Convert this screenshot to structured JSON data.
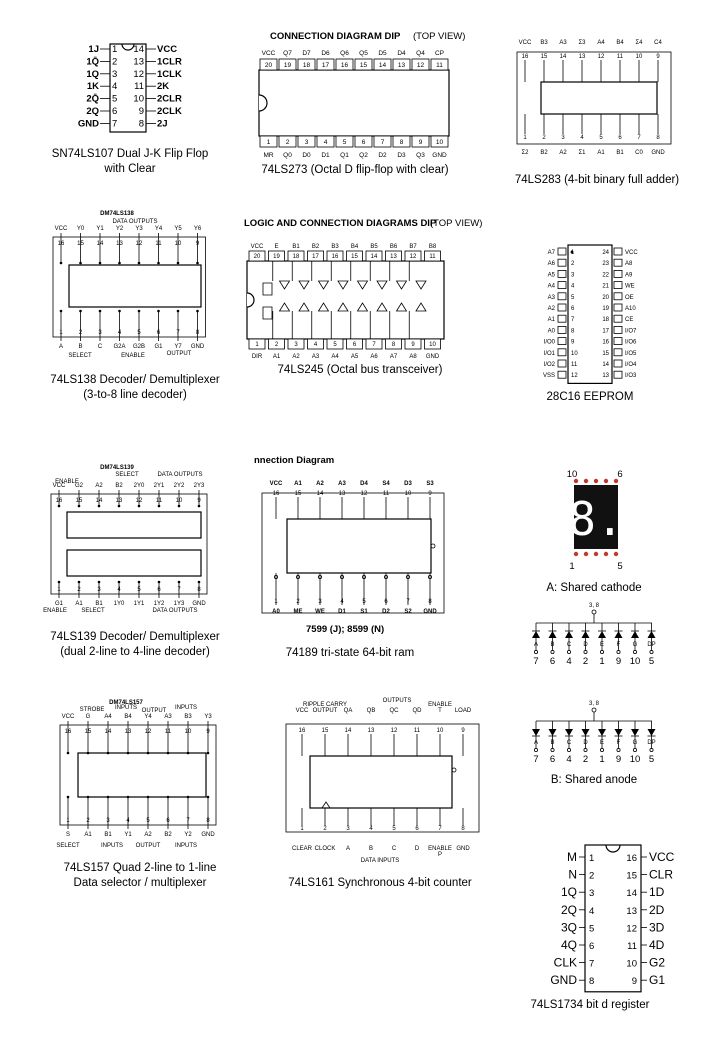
{
  "captions": {
    "c1": [
      "SN74LS107 Dual J-K Flip Flop",
      "with Clear"
    ],
    "c2": [
      "74LS273 (Octal D flip-flop with clear)"
    ],
    "c3": [
      "74LS283 (4-bit binary full adder)"
    ],
    "c4": [
      "74LS138 Decoder/ Demultiplexer",
      "(3-to-8 line decoder)"
    ],
    "c5": [
      "74LS245 (Octal bus transceiver)"
    ],
    "c6": [
      "28C16 EEPROM"
    ],
    "c7": [
      "74LS139 Decoder/ Demultiplexer",
      "(dual 2-line to 4-line decoder)"
    ],
    "c8": [
      "74189 tri-state 64-bit ram"
    ],
    "c9a": [
      "A: Shared cathode"
    ],
    "c9b": [
      "B: Shared anode"
    ],
    "c10": [
      "74LS157 Quad 2-line to 1-line",
      "Data selector / multiplexer"
    ],
    "c11": [
      "74LS161 Synchronous 4-bit counter"
    ],
    "c12": [
      "74LS1734 bit d register"
    ]
  },
  "ls107": {
    "left": [
      [
        "1",
        "1J"
      ],
      [
        "2",
        "1Q̄"
      ],
      [
        "3",
        "1Q"
      ],
      [
        "4",
        "1K"
      ],
      [
        "5",
        "2Q̄"
      ],
      [
        "6",
        "2Q"
      ],
      [
        "7",
        "GND"
      ]
    ],
    "right": [
      [
        "14",
        "VCC"
      ],
      [
        "13",
        "1CLR"
      ],
      [
        "12",
        "1CLK"
      ],
      [
        "11",
        "2K"
      ],
      [
        "10",
        "2CLR"
      ],
      [
        "9",
        "2CLK"
      ],
      [
        "8",
        "2J"
      ]
    ]
  },
  "ls273": {
    "heading": "CONNECTION DIAGRAM DIP",
    "heading_sub": "(TOP VIEW)",
    "top_labels": [
      "VCC",
      "Q7",
      "D7",
      "D6",
      "Q6",
      "Q5",
      "D5",
      "D4",
      "Q4",
      "CP"
    ],
    "top_pins": [
      "20",
      "19",
      "18",
      "17",
      "16",
      "15",
      "14",
      "13",
      "12",
      "11"
    ],
    "bot_pins": [
      "1",
      "2",
      "3",
      "4",
      "5",
      "6",
      "7",
      "8",
      "9",
      "10"
    ],
    "bot_labels": [
      "MR",
      "Q0",
      "D0",
      "D1",
      "Q1",
      "Q2",
      "D2",
      "D3",
      "Q3",
      "GND"
    ]
  },
  "ls283": {
    "top_labels": [
      "VCC",
      "B3",
      "A3",
      "Σ3",
      "A4",
      "B4",
      "Σ4",
      "C4"
    ],
    "top_pins": [
      "16",
      "15",
      "14",
      "13",
      "12",
      "11",
      "10",
      "9"
    ],
    "bot_pins": [
      "1",
      "2",
      "3",
      "4",
      "5",
      "6",
      "7",
      "8"
    ],
    "bot_labels": [
      "Σ2",
      "B2",
      "A2",
      "Σ1",
      "A1",
      "B1",
      "C0",
      "GND"
    ]
  },
  "ls138": {
    "title": "DM74LS138",
    "group_top": "DATA OUTPUTS",
    "top_labels": [
      "VCC",
      "Y0",
      "Y1",
      "Y2",
      "Y3",
      "Y4",
      "Y5",
      "Y6"
    ],
    "top_pins": [
      "16",
      "15",
      "14",
      "13",
      "12",
      "11",
      "10",
      "9"
    ],
    "bot_pins": [
      "1",
      "2",
      "3",
      "4",
      "5",
      "6",
      "7",
      "8"
    ],
    "bot_labels": [
      "A",
      "B",
      "C",
      "G2A",
      "G2B",
      "G1",
      "Y7",
      "GND"
    ],
    "group_sel": "SELECT",
    "group_en": "ENABLE",
    "group_out": "OUTPUT"
  },
  "ls245": {
    "heading": "LOGIC AND CONNECTION DIAGRAMS DIP",
    "heading_sub": "(TOP VIEW)",
    "top_labels": [
      "VCC",
      "E",
      "B1",
      "B2",
      "B3",
      "B4",
      "B5",
      "B6",
      "B7",
      "B8"
    ],
    "top_pins": [
      "20",
      "19",
      "18",
      "17",
      "16",
      "15",
      "14",
      "13",
      "12",
      "11"
    ],
    "bot_pins": [
      "1",
      "2",
      "3",
      "4",
      "5",
      "6",
      "7",
      "8",
      "9",
      "10"
    ],
    "bot_labels": [
      "DIR",
      "A1",
      "A2",
      "A3",
      "A4",
      "A5",
      "A6",
      "A7",
      "A8",
      "GND"
    ]
  },
  "eeprom": {
    "left": [
      [
        "A7",
        "1"
      ],
      [
        "A6",
        "2"
      ],
      [
        "A5",
        "3"
      ],
      [
        "A4",
        "4"
      ],
      [
        "A3",
        "5"
      ],
      [
        "A2",
        "6"
      ],
      [
        "A1",
        "7"
      ],
      [
        "A0",
        "8"
      ],
      [
        "I/O0",
        "9"
      ],
      [
        "I/O1",
        "10"
      ],
      [
        "I/O2",
        "11"
      ],
      [
        "VSS",
        "12"
      ]
    ],
    "right": [
      [
        "24",
        "VCC"
      ],
      [
        "23",
        "A8"
      ],
      [
        "22",
        "A9"
      ],
      [
        "21",
        "WE"
      ],
      [
        "20",
        "OE"
      ],
      [
        "19",
        "A10"
      ],
      [
        "18",
        "CE"
      ],
      [
        "17",
        "I/O7"
      ],
      [
        "16",
        "I/O6"
      ],
      [
        "15",
        "I/O5"
      ],
      [
        "14",
        "I/O4"
      ],
      [
        "13",
        "I/O3"
      ]
    ]
  },
  "ls139": {
    "title": "DM74LS139",
    "group_sel": "SELECT",
    "group_en": "ENABLE",
    "group_out": "DATA OUTPUTS",
    "top_labels": [
      "VCC",
      "G2",
      "A2",
      "B2",
      "2Y0",
      "2Y1",
      "2Y2",
      "2Y3"
    ],
    "top_pins": [
      "16",
      "15",
      "14",
      "13",
      "12",
      "11",
      "10",
      "9"
    ],
    "bot_pins": [
      "1",
      "2",
      "3",
      "4",
      "5",
      "6",
      "7",
      "8"
    ],
    "bot_labels": [
      "G1",
      "A1",
      "B1",
      "1Y0",
      "1Y1",
      "1Y2",
      "1Y3",
      "GND"
    ]
  },
  "ls189": {
    "heading": "nnection Diagram",
    "top_labels": [
      "VCC",
      "A1",
      "A2",
      "A3",
      "D4",
      "S4",
      "D3",
      "S3"
    ],
    "top_pins": [
      "16",
      "15",
      "14",
      "13",
      "12",
      "11",
      "10",
      "9"
    ],
    "bot_pins": [
      "1",
      "2",
      "3",
      "4",
      "5",
      "6",
      "7",
      "8"
    ],
    "bot_labels": [
      "A0",
      "ME",
      "WE",
      "D1",
      "S1",
      "D2",
      "S2",
      "GND"
    ],
    "part_no": "7599 (J); 8599 (N)"
  },
  "sevenseg": {
    "pin_top_left": "10",
    "pin_top_right": "6",
    "pin_bot_left": "1",
    "pin_bot_right": "5",
    "digit": "8.",
    "common_a": "3, 8",
    "common_b": "3, 8",
    "seg_letters": [
      "A",
      "B",
      "C",
      "D",
      "E",
      "F",
      "G",
      "DP"
    ],
    "seg_pins": [
      "7",
      "6",
      "4",
      "2",
      "1",
      "9",
      "10",
      "5"
    ]
  },
  "ls157": {
    "title": "DM74LS157",
    "top_labels": [
      "VCC",
      "G",
      "A4",
      "B4",
      "Y4",
      "A3",
      "B3",
      "Y3"
    ],
    "top_pins": [
      "16",
      "15",
      "14",
      "13",
      "12",
      "11",
      "10",
      "9"
    ],
    "bot_pins": [
      "1",
      "2",
      "3",
      "4",
      "5",
      "6",
      "7",
      "8"
    ],
    "bot_labels": [
      "S",
      "A1",
      "B1",
      "Y1",
      "A2",
      "B2",
      "Y2",
      "GND"
    ],
    "group_strobe": "STROBE",
    "group_inputs": "INPUTS",
    "group_output": "OUTPUT",
    "group_select": "SELECT"
  },
  "ls161": {
    "top_labels": [
      "VCC",
      "RIPPLE CARRY OUTPUT",
      "QA",
      "QB",
      "QC",
      "QD",
      "ENABLE T",
      "LOAD"
    ],
    "top_pins": [
      "16",
      "15",
      "14",
      "13",
      "12",
      "11",
      "10",
      "9"
    ],
    "bot_pins": [
      "1",
      "2",
      "3",
      "4",
      "5",
      "6",
      "7",
      "8"
    ],
    "bot_labels": [
      "CLEAR",
      "CLOCK",
      "A",
      "B",
      "C",
      "D",
      "ENABLE P",
      "GND"
    ],
    "group_out": "OUTPUTS",
    "group_in": "DATA INPUTS"
  },
  "ls173": {
    "left": [
      [
        "1",
        "M"
      ],
      [
        "2",
        "N"
      ],
      [
        "3",
        "1Q"
      ],
      [
        "4",
        "2Q"
      ],
      [
        "5",
        "3Q"
      ],
      [
        "6",
        "4Q"
      ],
      [
        "7",
        "CLK"
      ],
      [
        "8",
        "GND"
      ]
    ],
    "right": [
      [
        "16",
        "VCC"
      ],
      [
        "15",
        "CLR"
      ],
      [
        "14",
        "1D"
      ],
      [
        "13",
        "2D"
      ],
      [
        "12",
        "3D"
      ],
      [
        "11",
        "4D"
      ],
      [
        "10",
        "G2"
      ],
      [
        "9",
        "G1"
      ]
    ]
  },
  "colors": {
    "ink": "#000000",
    "led_body": "#111111",
    "led_dot": "#c0392b"
  }
}
